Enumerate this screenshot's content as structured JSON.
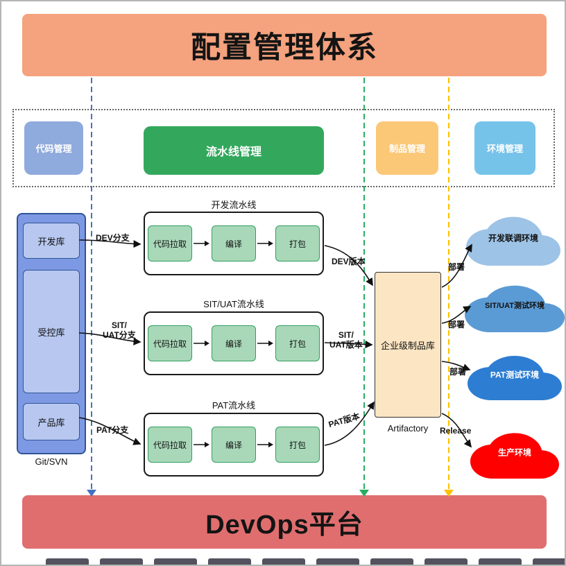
{
  "header": {
    "title": "配置管理体系"
  },
  "footer": {
    "title": "DevOps平台"
  },
  "categories": [
    {
      "label": "代码管理",
      "color": "#8FAADC"
    },
    {
      "label": "流水线管理",
      "color": "#33A85C"
    },
    {
      "label": "制品管理",
      "color": "#FBC878"
    },
    {
      "label": "环境管理",
      "color": "#76C3EA"
    }
  ],
  "repo_group": {
    "caption": "Git/SVN",
    "items": [
      {
        "label": "开发库"
      },
      {
        "label": "受控库"
      },
      {
        "label": "产品库"
      }
    ]
  },
  "pipelines": [
    {
      "title": "开发流水线",
      "steps": [
        "代码拉取",
        "编译",
        "打包"
      ]
    },
    {
      "title": "SIT/UAT流水线",
      "steps": [
        "代码拉取",
        "编译",
        "打包"
      ]
    },
    {
      "title": "PAT流水线",
      "steps": [
        "代码拉取",
        "编译",
        "打包"
      ]
    }
  ],
  "artifact_repo": {
    "label": "企业级制品库",
    "caption": "Artifactory"
  },
  "clouds": [
    {
      "label": "开发联调环境",
      "color": "#9DC3E6"
    },
    {
      "label": "SIT/UAT测试环境",
      "color": "#5B9BD5"
    },
    {
      "label": "PAT测试环境",
      "color": "#2D7DD2"
    },
    {
      "label": "生产环境",
      "color": "#FF0000"
    }
  ],
  "edge_labels": {
    "dev_branch": "DEV分支",
    "sit_uat_branch": "SIT/\nUAT分支",
    "pat_branch": "PAT分支",
    "dev_version": "DEV版本",
    "sit_uat_version": "SIT/\nUAT版本",
    "pat_version": "PAT版本",
    "deploy_1": "部署",
    "deploy_2": "部署",
    "deploy_3": "部署",
    "release": "Release"
  },
  "colors": {
    "top_banner": "#F5A27E",
    "bottom_banner": "#E06E6E",
    "dashed_line_blue": "#4472C4",
    "dashed_line_green": "#27AE60",
    "dashed_line_orange": "#FFC000",
    "pipeline_step": "#A9D8B9",
    "artifact_box": "#FBE5C3",
    "repo_container": "#7E99E3"
  }
}
